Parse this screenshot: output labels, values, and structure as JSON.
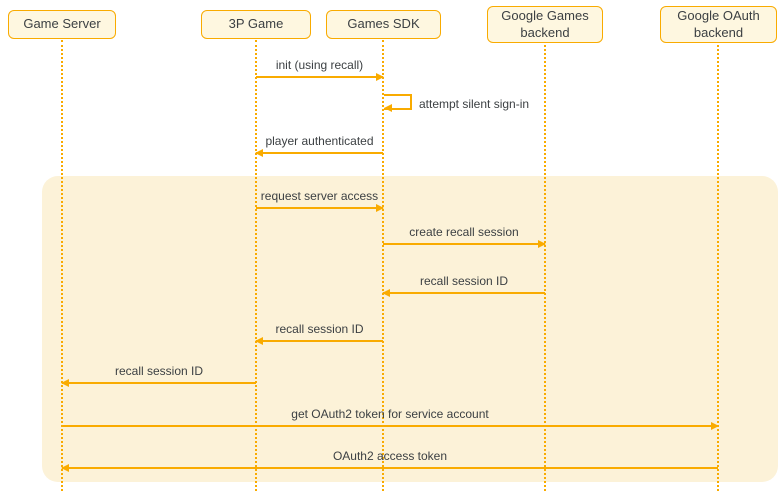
{
  "diagram": {
    "type": "sequence",
    "actors": [
      {
        "id": "game-server",
        "label": "Game Server"
      },
      {
        "id": "3p-game",
        "label": "3P Game"
      },
      {
        "id": "games-sdk",
        "label": "Games SDK"
      },
      {
        "id": "google-games-backend",
        "label": "Google Games\nbackend"
      },
      {
        "id": "google-oauth-backend",
        "label": "Google OAuth\nbackend"
      }
    ],
    "messages": [
      {
        "from": "3P Game",
        "to": "Games SDK",
        "direction": "right",
        "label": "init (using recall)"
      },
      {
        "from": "Games SDK",
        "to": "Games SDK",
        "direction": "self",
        "label": "attempt silent sign-in"
      },
      {
        "from": "Games SDK",
        "to": "3P Game",
        "direction": "left",
        "label": "player authenticated"
      },
      {
        "from": "3P Game",
        "to": "Games SDK",
        "direction": "right",
        "label": "request server access"
      },
      {
        "from": "Games SDK",
        "to": "Google Games backend",
        "direction": "right",
        "label": "create recall session"
      },
      {
        "from": "Google Games backend",
        "to": "Games SDK",
        "direction": "left",
        "label": "recall session ID"
      },
      {
        "from": "Games SDK",
        "to": "3P Game",
        "direction": "left",
        "label": "recall session ID"
      },
      {
        "from": "3P Game",
        "to": "Game Server",
        "direction": "left",
        "label": "recall session ID"
      },
      {
        "from": "Game Server",
        "to": "Google OAuth backend",
        "direction": "right",
        "label": "get OAuth2 token for service account"
      },
      {
        "from": "Google OAuth backend",
        "to": "Game Server",
        "direction": "left",
        "label": "OAuth2 access token"
      }
    ],
    "colors": {
      "arrow": "#F9AB00",
      "box_border": "#F9AB00",
      "box_fill": "#FEF7E0",
      "highlight_fill": "#FCF2D8",
      "text": "#3C4043"
    }
  }
}
